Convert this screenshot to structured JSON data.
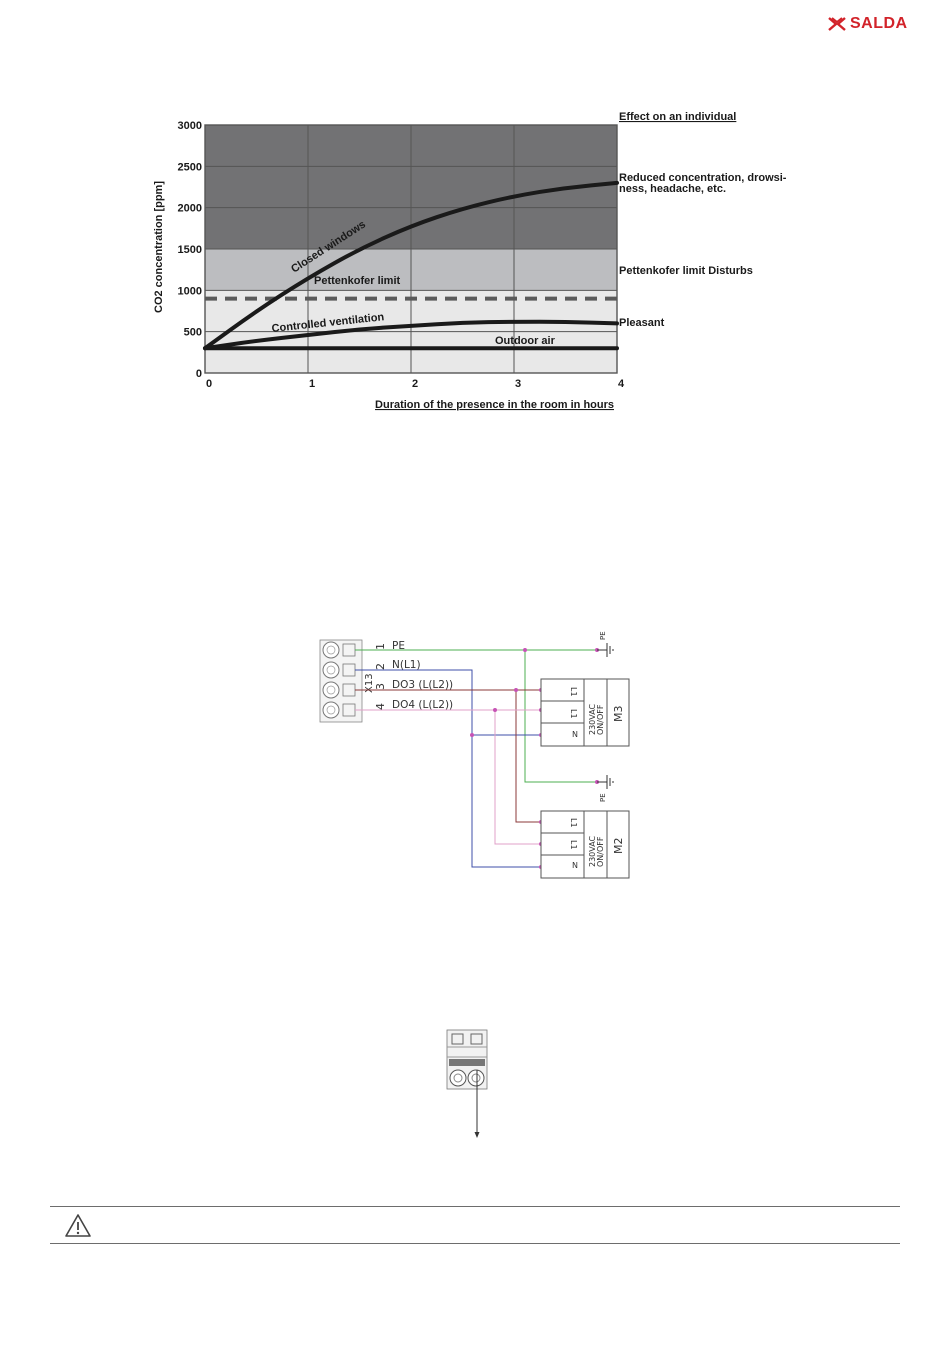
{
  "header": {
    "brand": "SALDA",
    "brand_color": "#d2232a",
    "logo_icon": "salda-logo-icon"
  },
  "chart_data": {
    "type": "line",
    "ylabel": "CO2 concentration [ppm]",
    "xlabel": "Duration of the presence in the room in hours",
    "x_ticks": [
      "0",
      "1",
      "2",
      "3",
      "4"
    ],
    "y_ticks": [
      "0",
      "500",
      "1000",
      "1500",
      "2000",
      "2500",
      "3000"
    ],
    "xlim": [
      0,
      4
    ],
    "ylim": [
      0,
      3000
    ],
    "grid": true,
    "series": [
      {
        "name": "Closed windows",
        "x": [
          0,
          0.5,
          1,
          1.5,
          2,
          2.5,
          3,
          3.5,
          4
        ],
        "y": [
          300,
          750,
          1150,
          1500,
          1780,
          1990,
          2140,
          2240,
          2300
        ]
      },
      {
        "name": "Controlled ventilation",
        "x": [
          0,
          0.5,
          1,
          1.5,
          2,
          2.5,
          3,
          3.5,
          4
        ],
        "y": [
          300,
          390,
          460,
          530,
          570,
          610,
          620,
          620,
          600
        ]
      },
      {
        "name": "Outdoor air",
        "x": [
          0,
          4
        ],
        "y": [
          300,
          300
        ]
      }
    ],
    "reference_line": {
      "label": "Pettenkofer limit",
      "y": 900
    },
    "bands": [
      {
        "from": 0,
        "to": 1000,
        "color": "#e8e8e8"
      },
      {
        "from": 1000,
        "to": 1500,
        "color": "#bcbdc0"
      },
      {
        "from": 1500,
        "to": 3000,
        "color": "#727274"
      }
    ],
    "effect_heading": "Effect on an individual",
    "effects": [
      {
        "text_line1": "Reduced concentration, drowsi-",
        "text_line2": "ness, headache, etc."
      },
      {
        "text_line1": "Pettenkofer limit Disturbs",
        "text_line2": ""
      },
      {
        "text_line1": "Pleasant",
        "text_line2": ""
      }
    ]
  },
  "wiring": {
    "terminal_block": "X13",
    "terminals": [
      {
        "number": "1",
        "label": "PE",
        "color": "#4caf50"
      },
      {
        "number": "2",
        "label": "N(L1)",
        "color": "#3f4fa8"
      },
      {
        "number": "3",
        "label": "DO3 (L(L2))",
        "color": "#8b3a3a"
      },
      {
        "number": "4",
        "label": "DO4 (L(L2))",
        "color": "#e0a0c8"
      }
    ],
    "ground_label": "PE",
    "node_color": "#c653b5",
    "motors": [
      {
        "name": "M3",
        "voltage": "230VAC",
        "mode": "ON/OFF",
        "pins": [
          "L1",
          "L1",
          "N"
        ]
      },
      {
        "name": "M2",
        "voltage": "230VAC",
        "mode": "ON/OFF",
        "pins": [
          "L1",
          "L1",
          "N"
        ]
      }
    ]
  },
  "connector": {
    "icon": "two-pin-terminal-connector-icon"
  },
  "warning": {
    "icon": "warning-triangle-icon"
  }
}
